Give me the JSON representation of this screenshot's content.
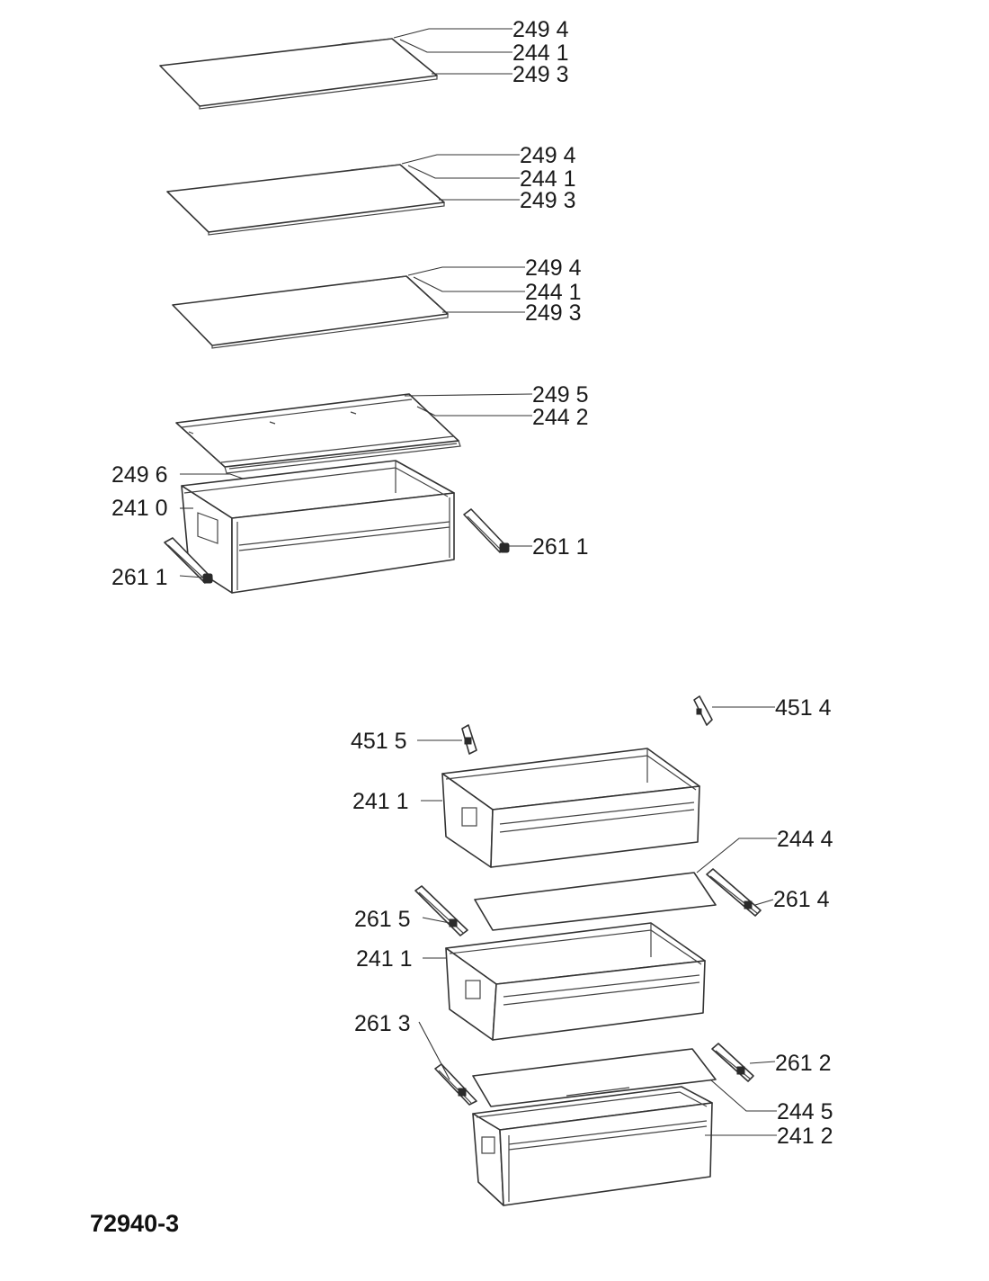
{
  "drawing_number": "72940-3",
  "callouts": {
    "shelf1_a": "249 4",
    "shelf1_b": "244 1",
    "shelf1_c": "249 3",
    "shelf2_a": "249 4",
    "shelf2_b": "244 1",
    "shelf2_c": "249 3",
    "shelf3_a": "249 4",
    "shelf3_b": "244 1",
    "shelf3_c": "249 3",
    "cover_a": "249 5",
    "cover_b": "244 2",
    "frame_strip": "249 6",
    "drawer_top": "241 0",
    "rail_top_right": "261 1",
    "rail_top_left": "261 1",
    "clip_right": "451 4",
    "clip_left": "451 5",
    "drawer_mid_upper": "241 1",
    "glass_lower_upper": "244 4",
    "rail_mid_right": "261 4",
    "rail_mid_left": "261 5",
    "drawer_mid_lower": "241 1",
    "rail_low_left": "261 3",
    "rail_low_right": "261 2",
    "glass_lower_lower": "244 5",
    "drawer_bottom": "241 2"
  }
}
